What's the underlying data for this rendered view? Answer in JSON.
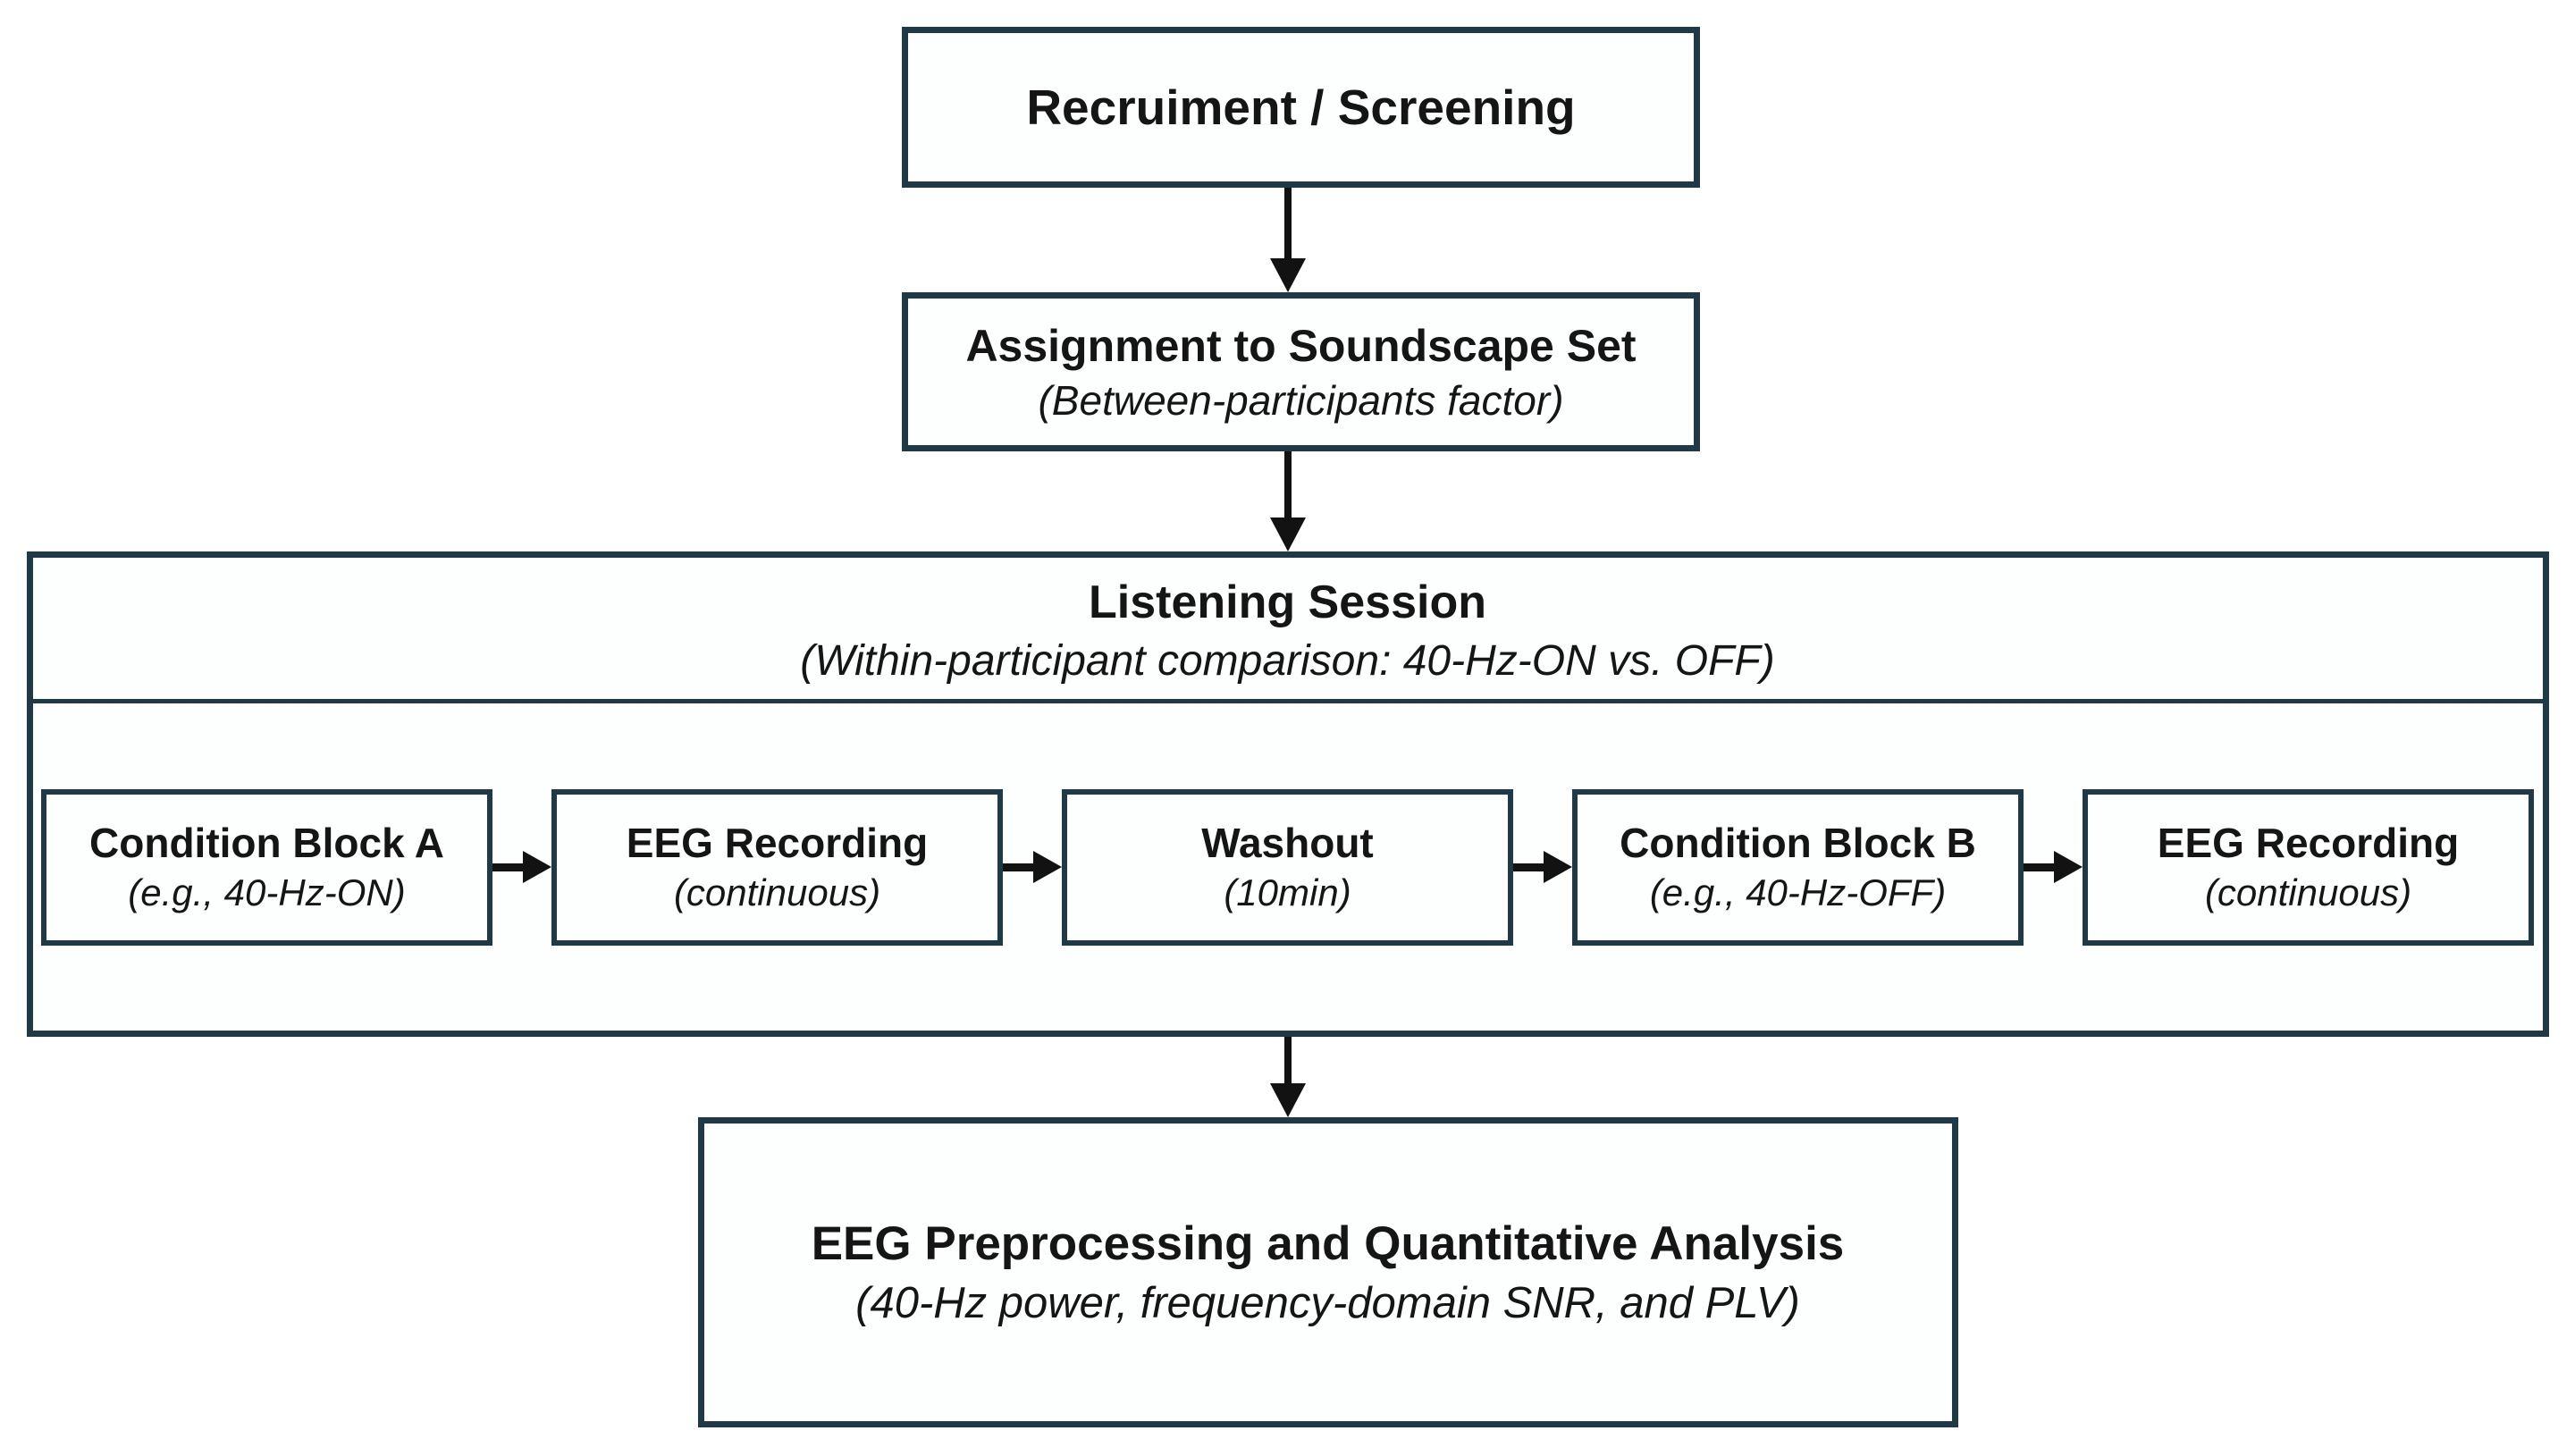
{
  "colors": {
    "background": "#ffffff",
    "box_fill": "#fdfefe",
    "box_border": "#1f3947",
    "arrow": "#121212",
    "text": "#151515"
  },
  "icons": {
    "arrow_down": "arrow-down-icon",
    "arrow_right": "arrow-right-icon"
  },
  "flow": {
    "recruitment": {
      "title": "Recruiment / Screening"
    },
    "assignment": {
      "title": "Assignment to Soundscape Set",
      "subtitle": "(Between-participants factor)"
    },
    "listening_session": {
      "title": "Listening Session",
      "subtitle": "(Within-participant comparison: 40-Hz-ON vs. OFF)",
      "steps": [
        {
          "title": "Condition Block A",
          "subtitle": "(e.g., 40-Hz-ON)"
        },
        {
          "title": "EEG Recording",
          "subtitle": "(continuous)"
        },
        {
          "title": "Washout",
          "subtitle": "(10min)"
        },
        {
          "title": "Condition Block B",
          "subtitle": "(e.g., 40-Hz-OFF)"
        },
        {
          "title": "EEG Recording",
          "subtitle": "(continuous)"
        }
      ]
    },
    "analysis": {
      "title": "EEG Preprocessing and Quantitative Analysis",
      "subtitle": "(40-Hz power, frequency-domain SNR, and PLV)"
    }
  }
}
